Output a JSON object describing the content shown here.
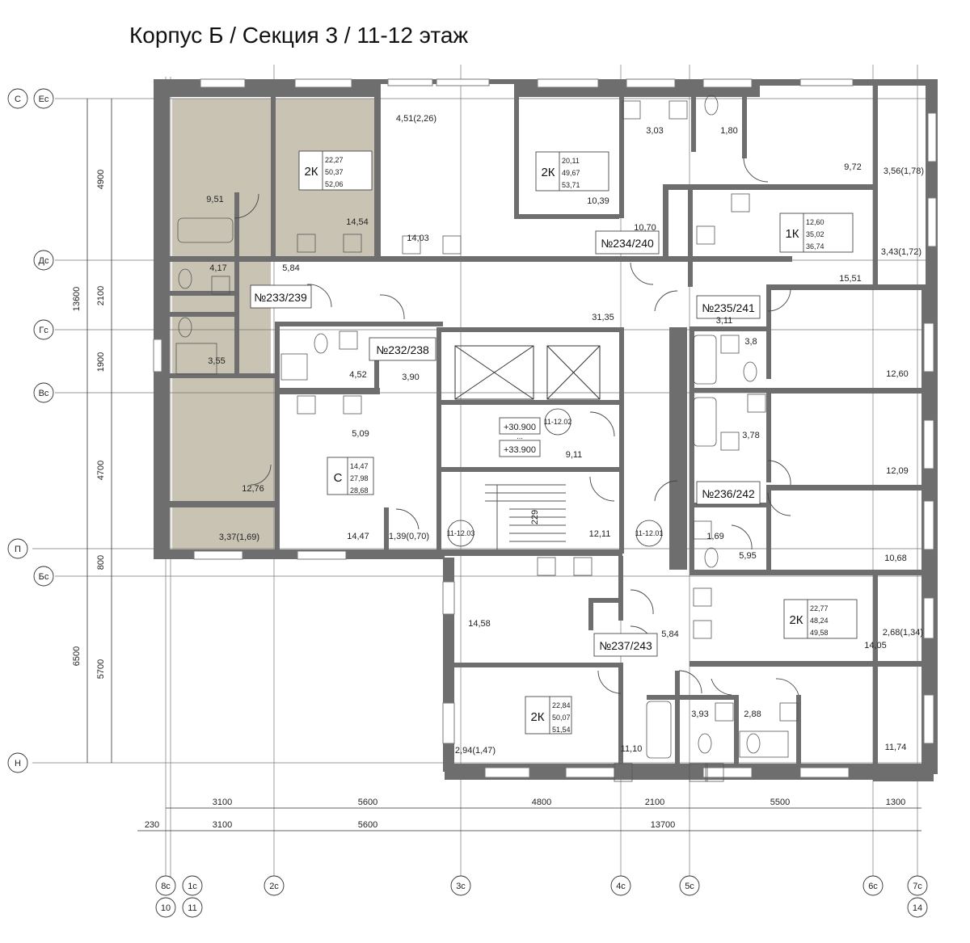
{
  "title": "Корпус Б / Секция 3 / 11-12 этаж",
  "colors": {
    "wall": "#6e6e6e",
    "highlight": "#c9c3b4",
    "line": "#333333",
    "window": "#9a9a9a"
  },
  "axes": {
    "rows": [
      {
        "outer": "С",
        "inner": "Ес"
      },
      {
        "inner": "Дс"
      },
      {
        "inner": "Гс"
      },
      {
        "inner": "Вс"
      },
      {
        "outer": "П"
      },
      {
        "inner": "Бс"
      },
      {
        "outer": "Н"
      }
    ],
    "cols": [
      {
        "inner": "8с",
        "outer": "10"
      },
      {
        "inner": "1с",
        "outer": "11"
      },
      {
        "inner": "2с"
      },
      {
        "inner": "3с"
      },
      {
        "inner": "4с"
      },
      {
        "inner": "5с"
      },
      {
        "inner": "6с"
      },
      {
        "inner": "7с",
        "outer": "14"
      }
    ]
  },
  "dims_left_inner": [
    "4900",
    "2100",
    "1900",
    "4700",
    "800",
    "5700"
  ],
  "dims_left_outer": [
    "13600",
    "6500"
  ],
  "dims_bottom_top": [
    "3100",
    "5600",
    "4800",
    "2100",
    "5500",
    "1300"
  ],
  "dims_bottom_bottom": [
    "230",
    "3100",
    "5600",
    "13700"
  ],
  "apartments": [
    {
      "type": "2К",
      "living": "22,27",
      "total": "50,37",
      "full": "52,06"
    },
    {
      "type": "2К",
      "living": "20,11",
      "total": "49,67",
      "full": "53,71"
    },
    {
      "type": "1К",
      "living": "12,60",
      "total": "35,02",
      "full": "36,74"
    },
    {
      "type": "С",
      "living": "14,47",
      "total": "27,98",
      "full": "28,68"
    },
    {
      "type": "2К",
      "living": "22,77",
      "total": "48,24",
      "full": "49,58"
    },
    {
      "type": "2К",
      "living": "22,84",
      "total": "50,07",
      "full": "51,54"
    }
  ],
  "numbers": [
    "№233/239",
    "№234/240",
    "№235/241",
    "№232/238",
    "№236/242",
    "№237/243"
  ],
  "areas": [
    "4,51(2,26)",
    "3,03",
    "1,80",
    "9,72",
    "3,56(1,78)",
    "9,51",
    "14,54",
    "10,39",
    "14,03",
    "10,70",
    "3,43(1,72)",
    "4,17",
    "5,84",
    "15,51",
    "31,35",
    "3,11",
    "3,8",
    "4,52",
    "3,90",
    "3,55",
    "12,60",
    "5,09",
    "9,11",
    "3,78",
    "12,09",
    "12,76",
    "3,37(1,69)",
    "14,47",
    "1,39(0,70)",
    "12,11",
    "1,69",
    "5,95",
    "10,68",
    "5,84",
    "14,58",
    "14,05",
    "2,68(1,34)",
    "3,93",
    "2,88",
    "11,10",
    "2,94(1,47)",
    "11,74"
  ],
  "levels": [
    "+30.900",
    "...",
    "+33.900"
  ],
  "codes": [
    "11-12.02",
    "11-12.03",
    "11-12.01"
  ],
  "stair_mark": "229"
}
